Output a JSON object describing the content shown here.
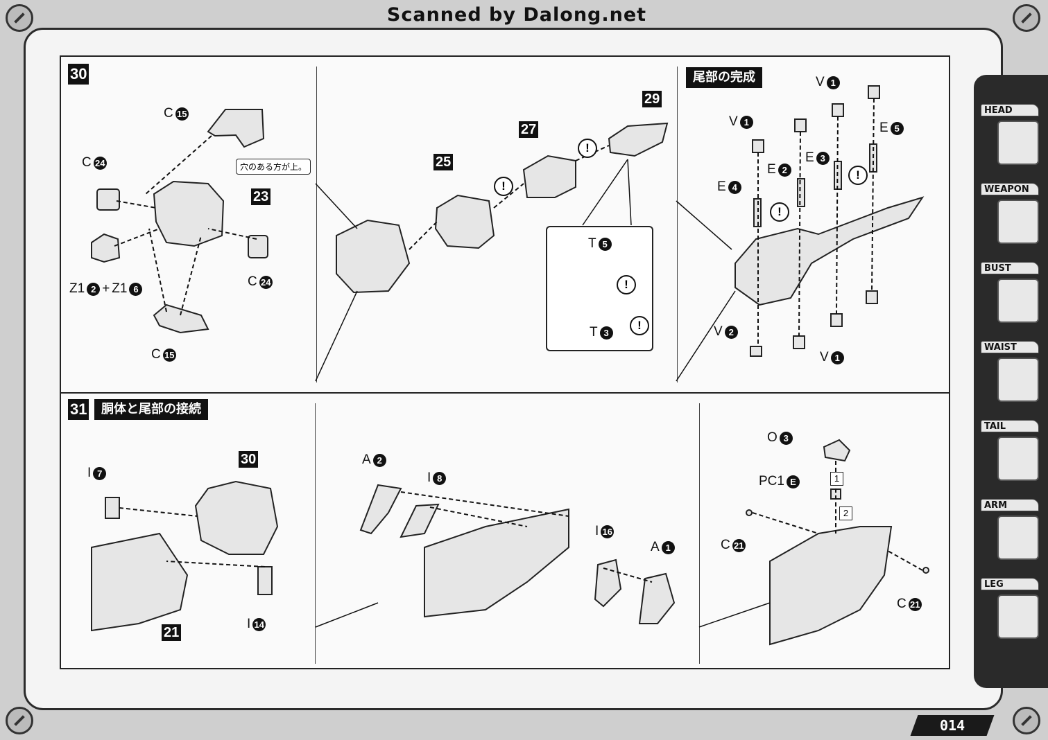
{
  "scan_credit": "Scanned by Dalong.net",
  "page_number": "014",
  "step30": {
    "number": "30",
    "note": "穴のある方が上。",
    "labels": {
      "c15_top": {
        "letter": "C",
        "num": "15"
      },
      "c24_left": {
        "letter": "C",
        "num": "24"
      },
      "z1": {
        "text1": "Z1",
        "num1": "2",
        "plus": "+",
        "text2": "Z1",
        "num2": "6"
      },
      "c24_right": {
        "letter": "C",
        "num": "24"
      },
      "c15_bottom": {
        "letter": "C",
        "num": "15"
      }
    },
    "refs": {
      "r23": "23",
      "r25": "25",
      "r27": "27",
      "r29": "29"
    },
    "inset": {
      "t5": {
        "letter": "T",
        "num": "5"
      },
      "t3": {
        "letter": "T",
        "num": "3"
      }
    },
    "warn_mark": "!"
  },
  "tail_complete": {
    "title": "尾部の完成",
    "labels": {
      "v1_top": {
        "letter": "V",
        "num": "1"
      },
      "v1_left": {
        "letter": "V",
        "num": "1"
      },
      "e5": {
        "letter": "E",
        "num": "5"
      },
      "e2": {
        "letter": "E",
        "num": "2"
      },
      "e3": {
        "letter": "E",
        "num": "3"
      },
      "e4": {
        "letter": "E",
        "num": "4"
      },
      "v2": {
        "letter": "V",
        "num": "2"
      },
      "v1_bottom": {
        "letter": "V",
        "num": "1"
      }
    }
  },
  "step31": {
    "number": "31",
    "title": "胴体と尾部の接続",
    "refs": {
      "r30": "30",
      "r21": "21"
    },
    "labels": {
      "i7": {
        "letter": "I",
        "num": "7"
      },
      "i14": {
        "letter": "I",
        "num": "14"
      },
      "a2": {
        "letter": "A",
        "num": "2"
      },
      "i8": {
        "letter": "I",
        "num": "8"
      },
      "i16": {
        "letter": "I",
        "num": "16"
      },
      "a1": {
        "letter": "A",
        "num": "1"
      },
      "o3": {
        "letter": "O",
        "num": "3"
      },
      "pc1e": {
        "letter": "PC1",
        "num": "E"
      },
      "c21_left": {
        "letter": "C",
        "num": "21"
      },
      "c21_right": {
        "letter": "C",
        "num": "21"
      }
    },
    "sequence": [
      "1",
      "2"
    ]
  },
  "sidebar": {
    "tabs": [
      {
        "label": "HEAD",
        "icon": "head-icon"
      },
      {
        "label": "WEAPON",
        "icon": "weapon-icon"
      },
      {
        "label": "BUST",
        "icon": "bust-icon"
      },
      {
        "label": "WAIST",
        "icon": "waist-icon"
      },
      {
        "label": "TAIL",
        "icon": "tail-icon"
      },
      {
        "label": "ARM",
        "icon": "arm-icon"
      },
      {
        "label": "LEG",
        "icon": "leg-icon"
      }
    ]
  }
}
